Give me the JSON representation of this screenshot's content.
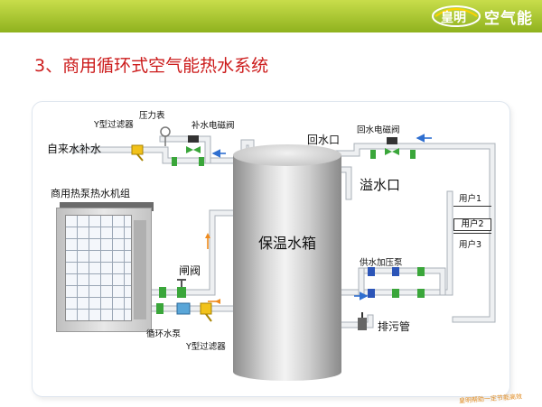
{
  "header": {
    "brand_logo_text": "皇明",
    "brand_name": "空气能"
  },
  "slide": {
    "title": "3、商用循环式空气能热水系统"
  },
  "diagram": {
    "tank_label": "保温水箱",
    "heat_pump_label": "商用热泵热水机组",
    "labels": {
      "y_filter_top": "Y型过滤器",
      "pressure_gauge": "压力表",
      "makeup_solenoid": "补水电磁阀",
      "city_water": "自来水补水",
      "return_port": "回水口",
      "return_solenoid": "回水电磁阀",
      "overflow": "溢水口",
      "gate_valve": "闸阀",
      "supply_pump": "供水加压泵",
      "circulation_pump": "循环水泵",
      "y_filter_bottom": "Y型过滤器",
      "drain": "排污管"
    },
    "users": [
      "用户1",
      "用户2",
      "用户3"
    ],
    "colors": {
      "pipe": "#eef0f2",
      "pipe_edge": "#a9b0b8",
      "flow_arrow_blue": "#2f6fd0",
      "flow_arrow_orange": "#f08a1c",
      "valve_green": "#3aa63a",
      "valve_blue": "#2c55b8",
      "valve_yellow": "#f2c21a"
    }
  },
  "footer": {
    "slogan": "皇明帮助一定节能高效"
  }
}
